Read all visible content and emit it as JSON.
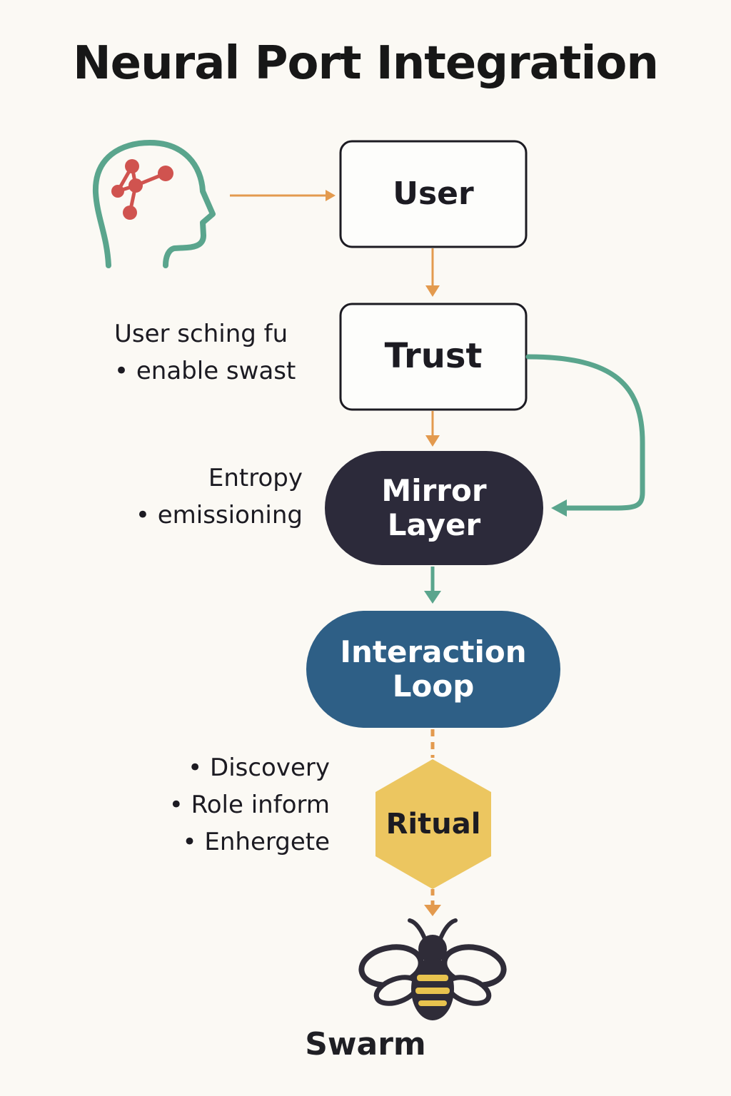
{
  "title": "Neural Port Integration",
  "nodes": {
    "user": "User",
    "trust": "Trust",
    "mirror": [
      "Mirror",
      "Layer"
    ],
    "interaction": [
      "Interaction",
      "Loop"
    ],
    "ritual": "Ritual",
    "swarm": "Swarm"
  },
  "notes": {
    "trust": [
      "User sching  fu",
      "• enable swast"
    ],
    "mirror": [
      "Entropy",
      "• emissioning"
    ],
    "loop": [
      "• Discovery",
      "• Role inform",
      "• Enhergete"
    ]
  },
  "colors": {
    "orange": "#e39a4e",
    "teal": "#5aa58d",
    "mirror_fill": "#2c2a3a",
    "loop_fill": "#2e5f86",
    "ritual_fill": "#ecc660",
    "brain_red": "#d0534f",
    "bee_dark": "#2f2c38",
    "bee_yellow": "#e8c34e"
  },
  "icons": [
    "head-brain-icon",
    "bee-icon"
  ]
}
